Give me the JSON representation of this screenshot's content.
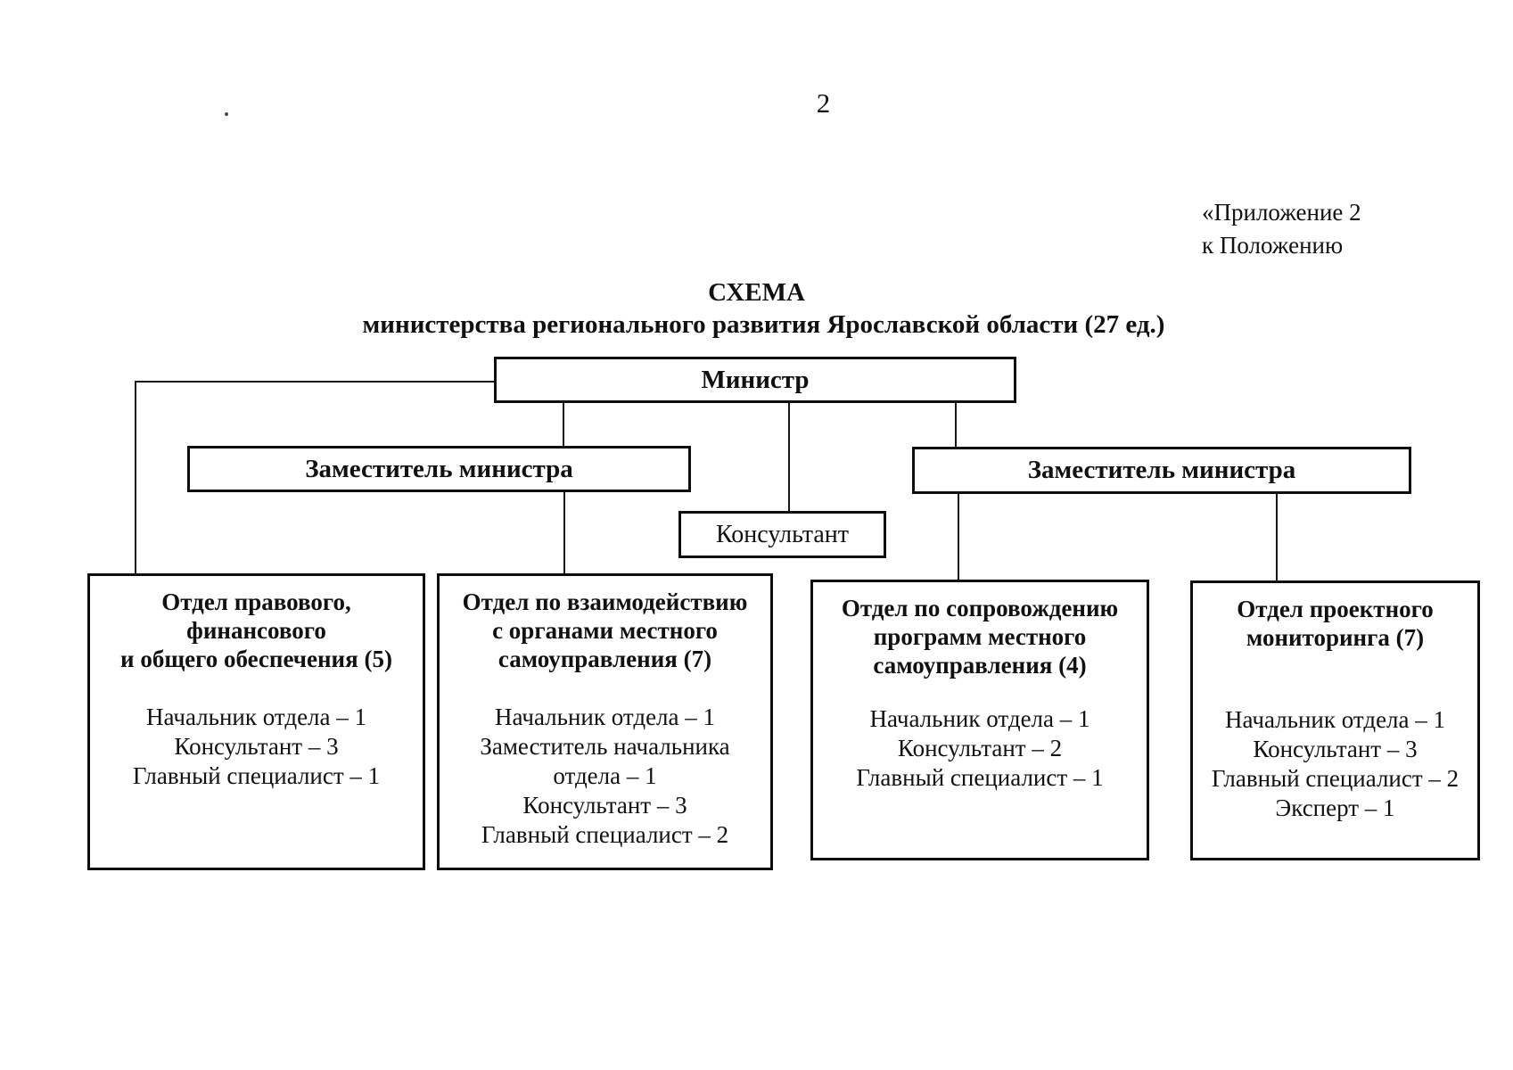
{
  "page": {
    "number": "2",
    "appendix_line1": "«Приложение 2",
    "appendix_line2": "к Положению",
    "title": "СХЕМА",
    "subtitle": "министерства регионального развития Ярославской области (27 ед.)"
  },
  "org_chart": {
    "minister": "Министр",
    "deputy_left": "Заместитель министра",
    "deputy_right": "Заместитель министра",
    "consultant": "Консультант",
    "departments": [
      {
        "title_lines": [
          "Отдел правового,",
          "финансового",
          "и общего обеспечения (5)"
        ],
        "staff_lines": [
          "Начальник отдела – 1",
          "Консультант – 3",
          "Главный специалист – 1"
        ]
      },
      {
        "title_lines": [
          "Отдел по взаимодействию",
          "с органами местного",
          "самоуправления (7)"
        ],
        "staff_lines": [
          "Начальник отдела – 1",
          "Заместитель начальника",
          "отдела – 1",
          "Консультант – 3",
          "Главный специалист – 2"
        ]
      },
      {
        "title_lines": [
          "Отдел по сопровождению",
          "программ местного",
          "самоуправления (4)"
        ],
        "staff_lines": [
          "Начальник отдела – 1",
          "Консультант – 2",
          "Главный специалист – 1"
        ]
      },
      {
        "title_lines": [
          "Отдел проектного",
          "мониторинга (7)"
        ],
        "staff_lines": [
          "Начальник отдела – 1",
          "Консультант – 3",
          "Главный специалист – 2",
          "Эксперт – 1"
        ]
      }
    ]
  },
  "colors": {
    "ink": "#111111",
    "paper": "#ffffff",
    "line": "#151515"
  }
}
